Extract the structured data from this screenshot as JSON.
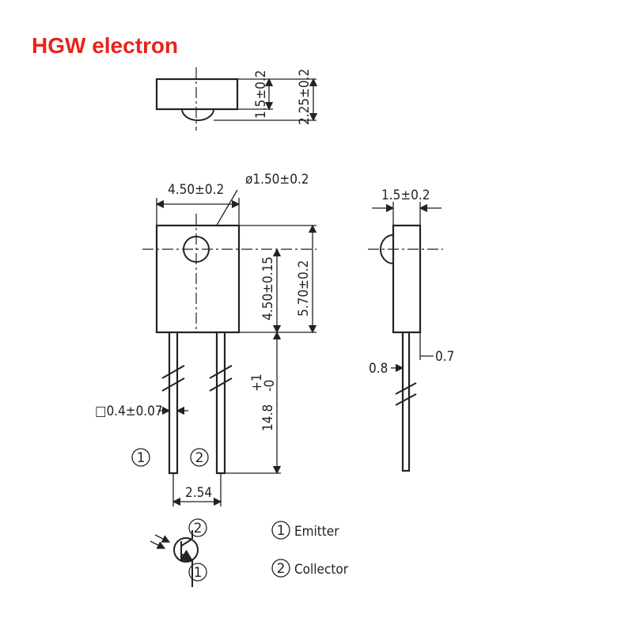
{
  "brand": {
    "text": "HGW electron",
    "color": "#e8231b"
  },
  "top_view": {
    "dim_height": "1.5±0.2",
    "dim_total": "2.25±0.2"
  },
  "front_view": {
    "dim_width": "4.50±0.2",
    "dim_hole": "ø1.50±0.2",
    "dim_hole_center": "4.50±0.15",
    "dim_body_height": "5.70±0.2",
    "dim_lead_length": "14.8",
    "dim_lead_tol_plus": "+1",
    "dim_lead_tol_minus": "-0",
    "dim_lead_width": "□0.4±0.07",
    "dim_pitch": "2.54",
    "pin1_mark": "1",
    "pin2_mark": "2"
  },
  "side_view": {
    "dim_thickness": "1.5±0.2",
    "dim_lead_a": "0.8",
    "dim_lead_b": "0.7"
  },
  "symbol": {
    "pin_top": "2",
    "pin_bottom": "1"
  },
  "legend": [
    {
      "num": "1",
      "label": "Emitter"
    },
    {
      "num": "2",
      "label": "Collector"
    }
  ]
}
